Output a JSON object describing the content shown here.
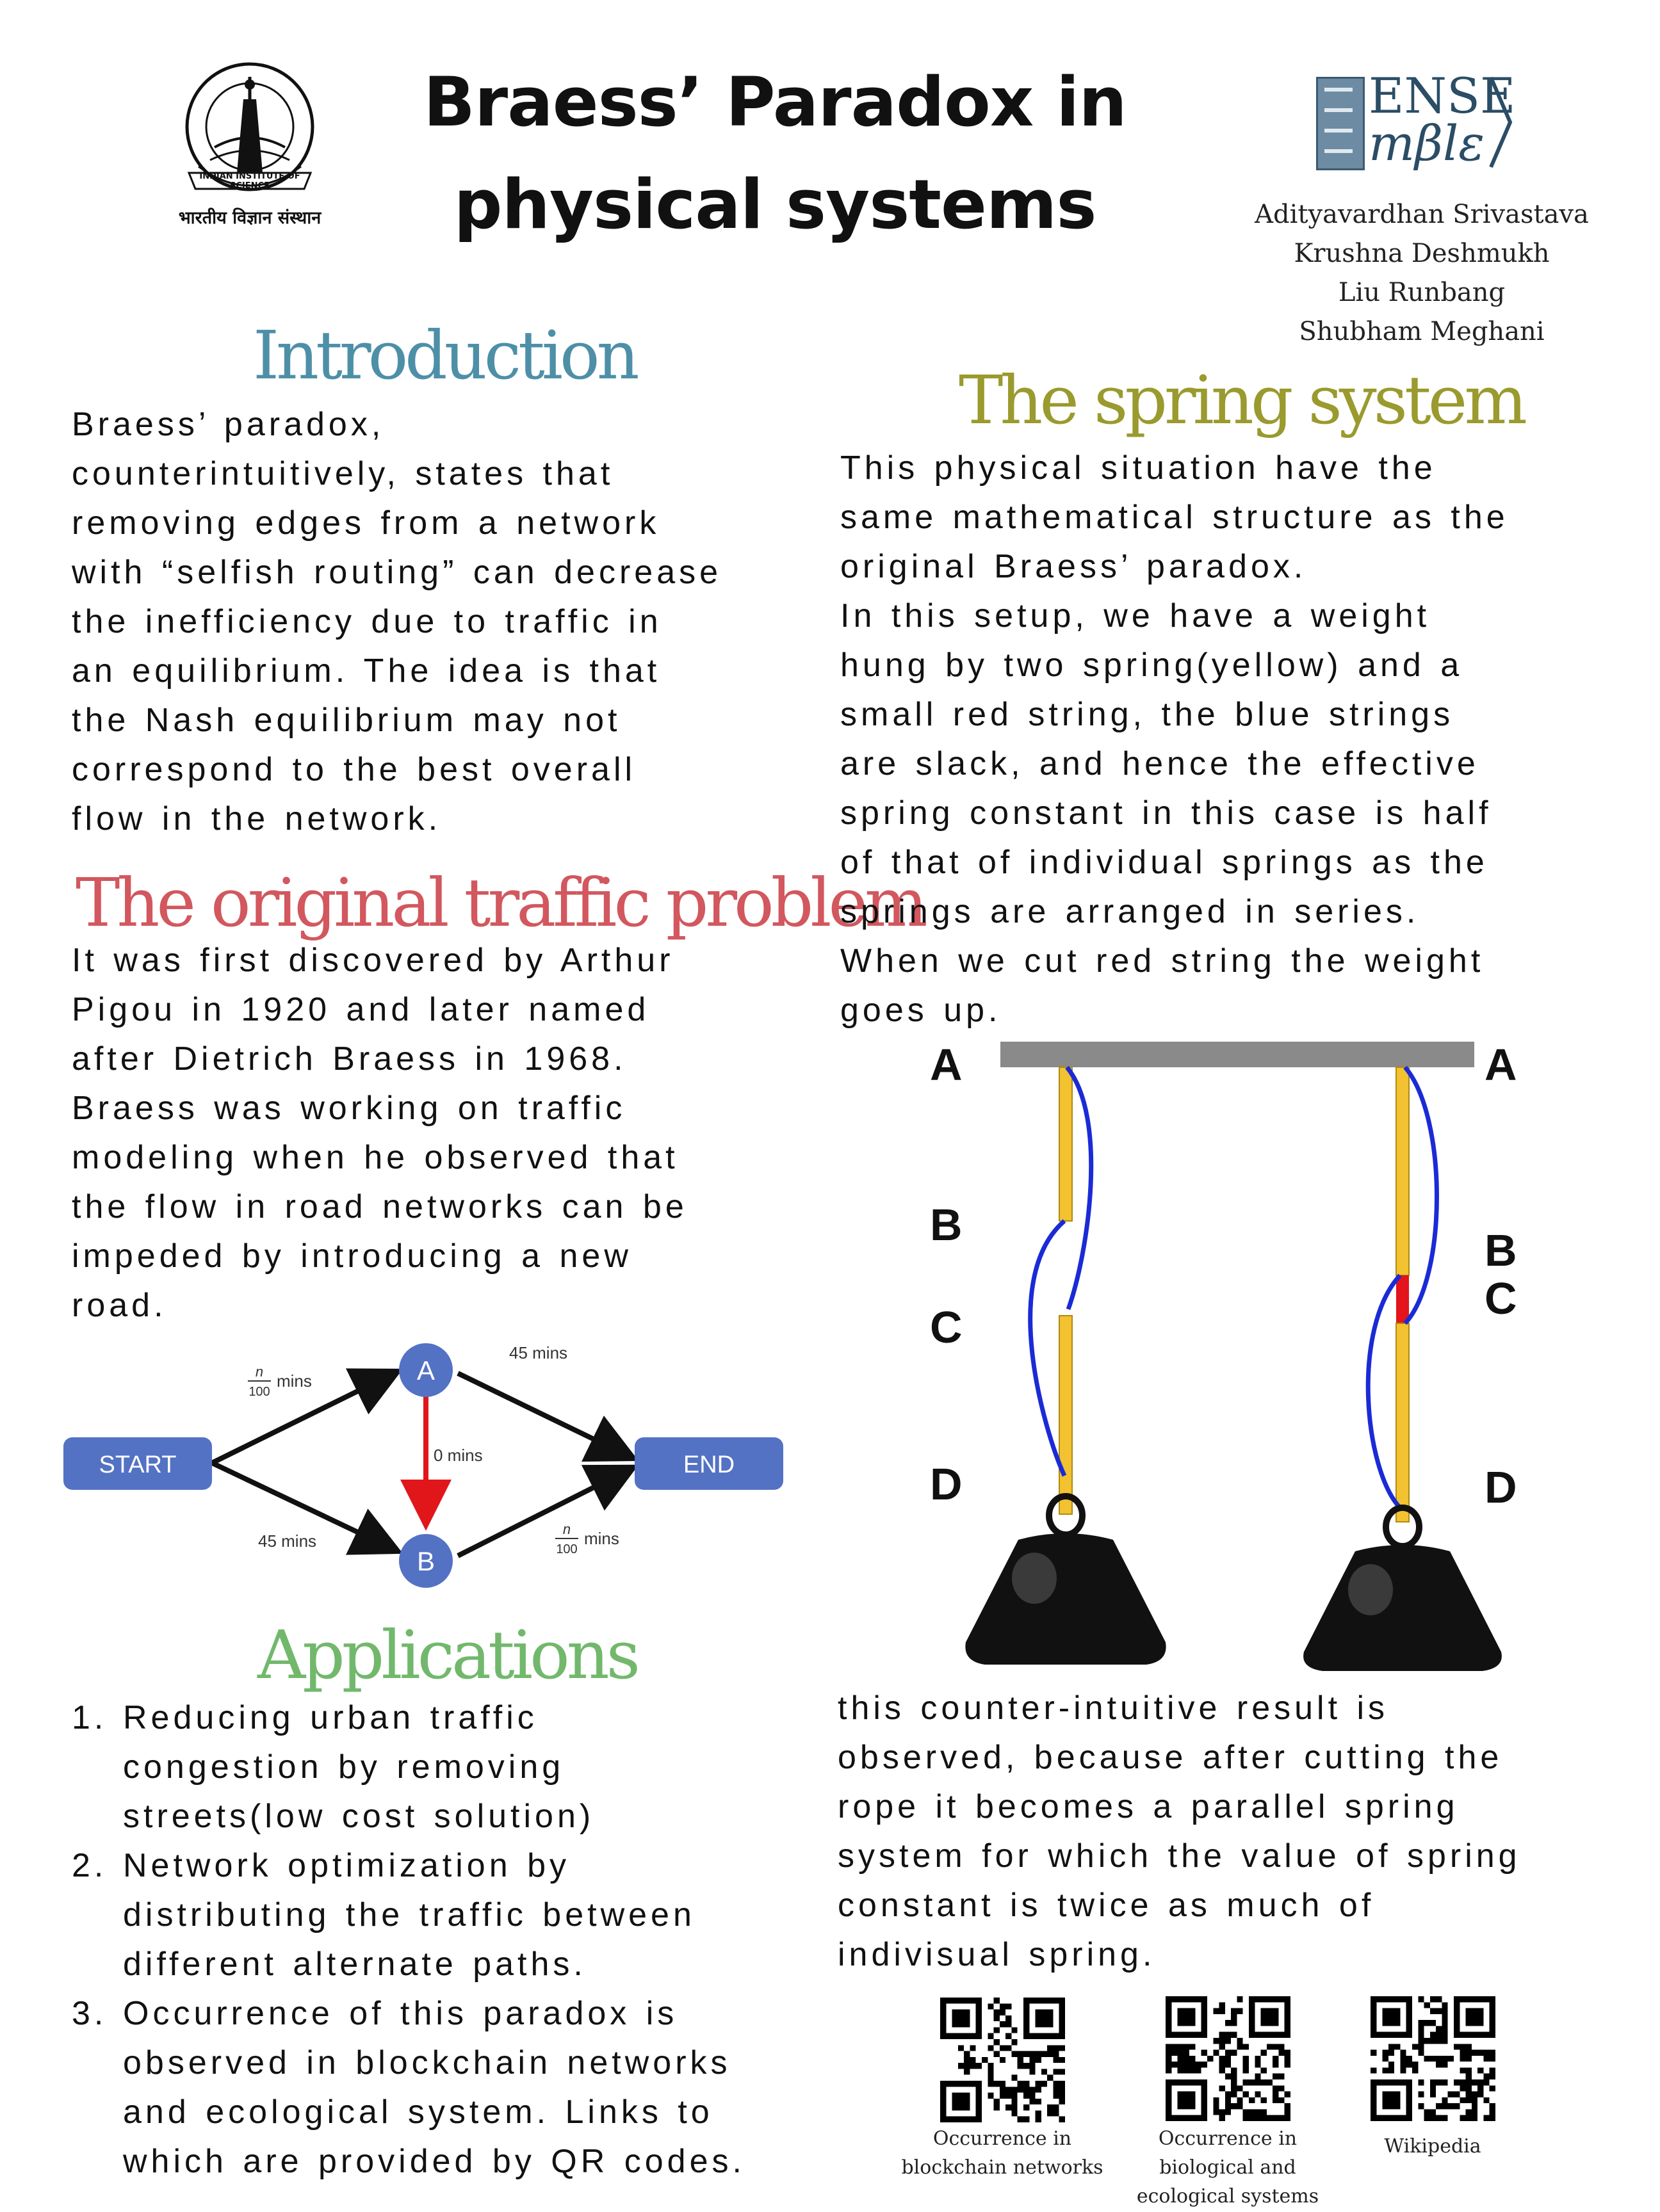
{
  "title": {
    "line1": "Braess’ Paradox in",
    "line2": "physical systems"
  },
  "logo_left": {
    "top_text": "INDIAN INSTITUTE OF SCIENCE",
    "bottom_text": "भारतीय विज्ञान संस्थान"
  },
  "logo_right": {
    "line1": "ENSE",
    "line2": "mβlε"
  },
  "authors": [
    "Adityavardhan Srivastava",
    "Krushna Deshmukh",
    "Liu Runbang",
    "Shubham Meghani"
  ],
  "introduction": {
    "heading": "Introduction",
    "lines": [
      "Braess’ paradox,",
      "counterintuitively, states that",
      "removing edges from a network",
      "with “selfish routing” can decrease",
      "the inefficiency due to traffic in",
      "an equilibrium. The idea is that",
      "the Nash equilibrium may not",
      "correspond to the best overall",
      "flow in the network."
    ]
  },
  "traffic": {
    "heading": "The original traffic problem",
    "lines": [
      "It was first discovered by Arthur",
      "Pigou in 1920 and later named",
      "after Dietrich Braess in 1968.",
      "Braess was working on traffic",
      "modeling when he observed that",
      "the flow in road networks can be",
      "impeded by introducing a new",
      "road."
    ]
  },
  "network_diagram": {
    "start": "START",
    "end": "END",
    "node_a": "A",
    "node_b": "B",
    "frac_num": "n",
    "frac_den": "100",
    "mins": "mins",
    "label_a_end": "45 mins",
    "label_a_b": "0 mins",
    "label_start_b": "45 mins",
    "colors": {
      "node": "#5472c4",
      "edge": "#111111",
      "red_edge": "#e0161b"
    }
  },
  "applications": {
    "heading": "Applications",
    "items": [
      {
        "num": "1.",
        "lines": [
          "Reducing urban traffic",
          "congestion by removing",
          "streets(low cost solution)"
        ]
      },
      {
        "num": "2.",
        "lines": [
          "Network optimization by",
          "distributing the traffic between",
          "different alternate paths."
        ]
      },
      {
        "num": "3.",
        "lines": [
          "Occurrence of this paradox is",
          "observed in blockchain networks",
          "and ecological system. Links to",
          "which are provided by QR codes."
        ]
      }
    ]
  },
  "spring": {
    "heading": "The spring system",
    "lines": [
      "This physical situation have the",
      "same mathematical structure as the",
      "original Braess’ paradox.",
      "In this setup, we have a weight",
      "hung by two spring(yellow) and a",
      "small red string, the blue strings",
      "are slack, and hence the effective",
      "spring constant in this case is half",
      "of that of individual springs as the",
      "springs are arranged in series.",
      "When we cut red string the weight",
      "goes up."
    ]
  },
  "spring_diagram": {
    "labels_left": [
      "A",
      "B",
      "C",
      "D"
    ],
    "labels_right": [
      "A",
      "B",
      "C",
      "D"
    ],
    "colors": {
      "spring": "#f2c230",
      "string": "#1a2bd6",
      "red": "#e3141b",
      "beam": "#8a8a8a",
      "weight": "#111111"
    }
  },
  "conclusion": {
    "lines": [
      "this counter-intuitive result is",
      "observed, because after cutting the",
      "rope it becomes a parallel spring",
      "system for which the value of spring",
      "constant is twice as much of",
      "indivisual spring."
    ]
  },
  "qr_codes": [
    {
      "label_lines": [
        "Occurrence in",
        "blockchain networks"
      ]
    },
    {
      "label_lines": [
        "Occurrence in",
        "biological and",
        "ecological systems"
      ]
    },
    {
      "label_lines": [
        "Wikipedia"
      ]
    }
  ],
  "heading_colors": {
    "introduction": "#4e8fa8",
    "traffic": "#d2575e",
    "applications": "#72b86c",
    "spring": "#9a9a2e"
  }
}
